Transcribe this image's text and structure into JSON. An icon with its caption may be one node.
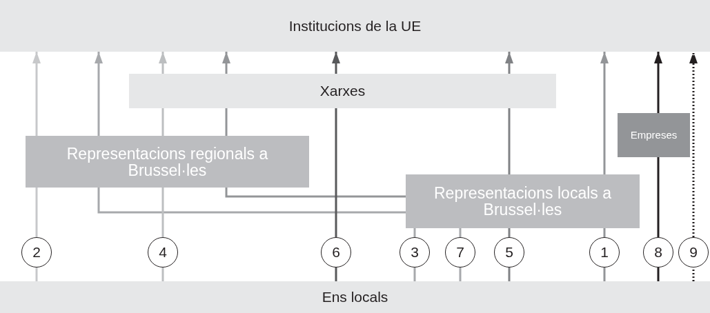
{
  "diagram": {
    "nodes": [
      {
        "text": [
          "Institucions de la UE"
        ]
      },
      {
        "text": [
          "Xarxes"
        ]
      },
      {
        "text": [
          "Representacions regionals a Brussel·les"
        ]
      },
      {
        "text": [
          "Empreses"
        ]
      },
      {
        "text": [
          "Representacions locals a Brussel·les"
        ]
      },
      {
        "text": [
          "Ens locals"
        ]
      },
      {
        "text": [
          "2"
        ]
      },
      {
        "text": [
          "4"
        ]
      },
      {
        "text": [
          "6"
        ]
      },
      {
        "text": [
          "3"
        ]
      },
      {
        "text": [
          "7"
        ]
      },
      {
        "text": [
          "5"
        ]
      },
      {
        "text": [
          "1"
        ]
      },
      {
        "text": [
          "8"
        ]
      },
      {
        "text": [
          "9"
        ]
      }
    ],
    "edges": [
      {
        "from": 5,
        "to": 6,
        "arrow": "none",
        "color": "#c7c8ca"
      },
      {
        "from": 6,
        "to": 2,
        "arrow": "none",
        "color": "#c7c8ca"
      },
      {
        "from": 2,
        "to": 0,
        "arrow": "to",
        "color": "#c7c8ca"
      },
      {
        "from": 4,
        "to": 2,
        "arrow": "none",
        "color": "#a7a9ac"
      },
      {
        "from": 2,
        "to": 0,
        "arrow": "to",
        "color": "#a7a9ac"
      },
      {
        "from": 5,
        "to": 7,
        "arrow": "none",
        "color": "#bcbec0"
      },
      {
        "from": 7,
        "to": 2,
        "arrow": "none",
        "color": "#bcbec0"
      },
      {
        "from": 2,
        "to": 1,
        "arrow": "none",
        "color": "#bcbec0"
      },
      {
        "from": 1,
        "to": 0,
        "arrow": "to",
        "color": "#bcbec0"
      },
      {
        "from": 4,
        "to": 2,
        "arrow": "none",
        "color": "#939598"
      },
      {
        "from": 2,
        "to": 1,
        "arrow": "none",
        "color": "#939598"
      },
      {
        "from": 1,
        "to": 0,
        "arrow": "to",
        "color": "#939598"
      },
      {
        "from": 5,
        "to": 8,
        "arrow": "none",
        "color": "#58595b"
      },
      {
        "from": 8,
        "to": 1,
        "arrow": "none",
        "color": "#58595b"
      },
      {
        "from": 1,
        "to": 0,
        "arrow": "to",
        "color": "#58595b"
      },
      {
        "from": 5,
        "to": 9,
        "arrow": "none",
        "color": "#a7a9ac"
      },
      {
        "from": 9,
        "to": 4,
        "arrow": "none",
        "color": "#a7a9ac"
      },
      {
        "from": 5,
        "to": 10,
        "arrow": "none",
        "color": "#a7a9ac"
      },
      {
        "from": 10,
        "to": 4,
        "arrow": "none",
        "color": "#a7a9ac"
      },
      {
        "from": 5,
        "to": 11,
        "arrow": "none",
        "color": "#808285"
      },
      {
        "from": 11,
        "to": 4,
        "arrow": "none",
        "color": "#808285"
      },
      {
        "from": 4,
        "to": 1,
        "arrow": "none",
        "color": "#808285"
      },
      {
        "from": 1,
        "to": 0,
        "arrow": "to",
        "color": "#808285"
      },
      {
        "from": 5,
        "to": 12,
        "arrow": "none",
        "color": "#939598"
      },
      {
        "from": 12,
        "to": 4,
        "arrow": "none",
        "color": "#939598"
      },
      {
        "from": 4,
        "to": 0,
        "arrow": "to",
        "color": "#939598"
      },
      {
        "from": 5,
        "to": 13,
        "arrow": "none",
        "color": "#231f20"
      },
      {
        "from": 13,
        "to": 3,
        "arrow": "none",
        "color": "#231f20"
      },
      {
        "from": 3,
        "to": 0,
        "arrow": "to",
        "color": "#231f20"
      },
      {
        "from": 5,
        "to": 14,
        "arrow": "none",
        "style": "dashed",
        "color": "#231f20"
      },
      {
        "from": 14,
        "to": 0,
        "arrow": "to",
        "style": "dashed",
        "color": "#231f20"
      }
    ]
  }
}
